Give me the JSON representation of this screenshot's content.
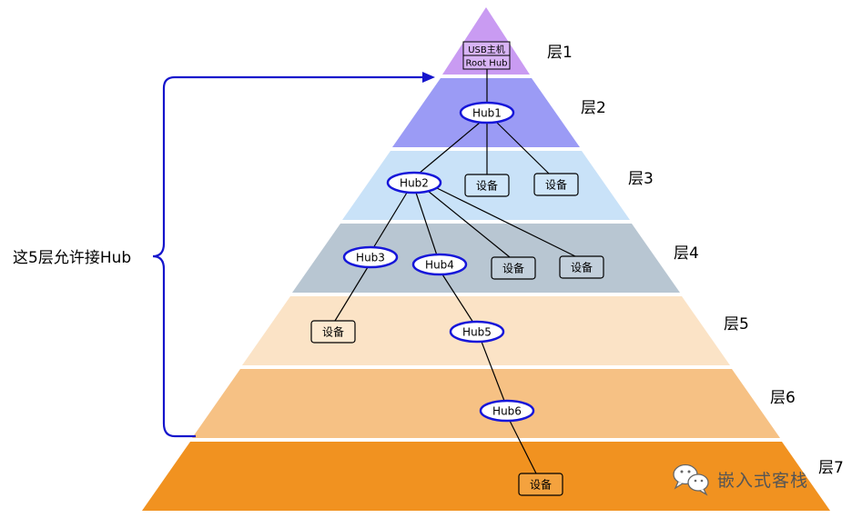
{
  "colors": {
    "layer1": "#c99bf2",
    "layer2": "#9b9bf5",
    "layer3": "#c9e2f8",
    "layer4": "#b8c6d2",
    "layer5": "#fbe3c6",
    "layer6": "#f6c184",
    "layer7": "#f19220",
    "hub_stroke": "#1616d9",
    "brace": "#1414cc"
  },
  "root": {
    "line1": "USB主机",
    "line2": "Root Hub"
  },
  "layers": [
    "层1",
    "层2",
    "层3",
    "层4",
    "层5",
    "层6",
    "层7"
  ],
  "hubs": [
    "Hub1",
    "Hub2",
    "Hub3",
    "Hub4",
    "Hub5",
    "Hub6"
  ],
  "device_label": "设备",
  "brace_label": "这5层允许接Hub",
  "watermark": {
    "icon": "wechat-icon",
    "text": "嵌入式客栈"
  }
}
